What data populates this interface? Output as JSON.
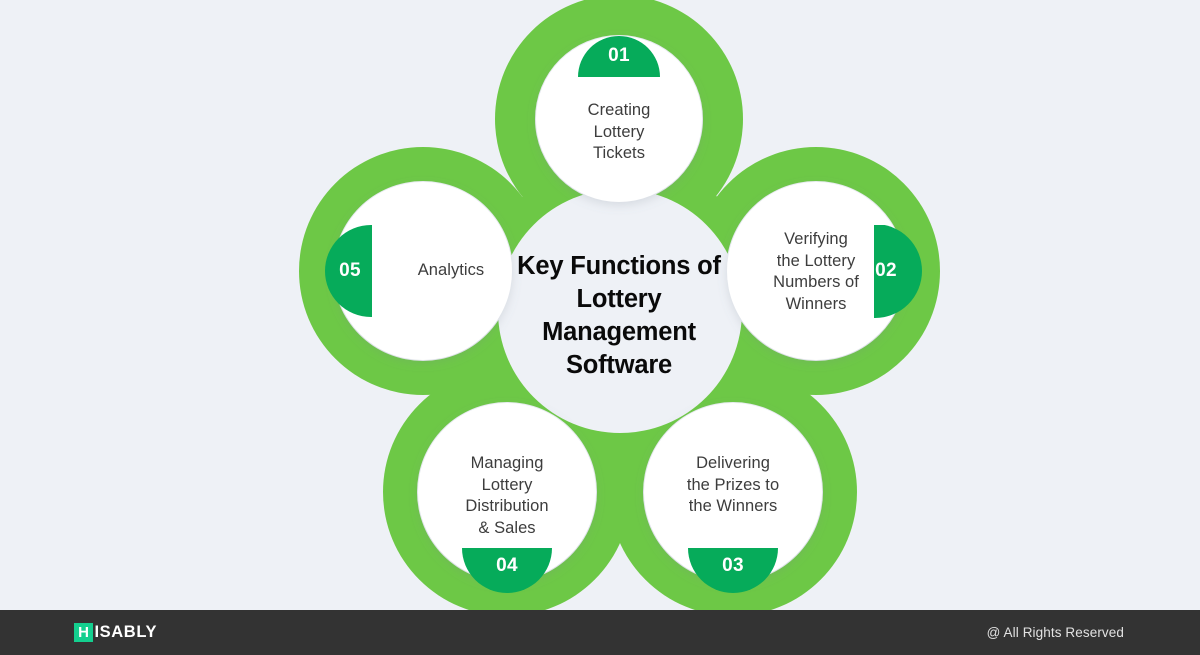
{
  "page": {
    "background_color": "#eef1f6"
  },
  "infographic": {
    "center_title": "Key Functions of Lottery Management Software",
    "petal_color": "#6dc846",
    "badge_color": "#06ab5a",
    "node_fill_color": "#ffffff",
    "label_color": "#3d3d3d",
    "nodes": [
      {
        "number": "01",
        "label": "Creating Lottery Tickets",
        "label_lines": [
          "Creating",
          "Lottery",
          "Tickets"
        ],
        "badge_position": "top"
      },
      {
        "number": "02",
        "label": "Verifying the Lottery Numbers of Winners",
        "label_lines": [
          "Verifying",
          "the Lottery",
          "Numbers of",
          "Winners"
        ],
        "badge_position": "right"
      },
      {
        "number": "03",
        "label": "Delivering the Prizes to the Winners",
        "label_lines": [
          "Delivering",
          "the Prizes to",
          "the Winners"
        ],
        "badge_position": "bottom"
      },
      {
        "number": "04",
        "label": "Managing Lottery Distribution & Sales",
        "label_lines": [
          "Managing",
          "Lottery",
          "Distribution",
          "& Sales"
        ],
        "badge_position": "bottom"
      },
      {
        "number": "05",
        "label": "Analytics",
        "label_lines": [
          "Analytics"
        ],
        "badge_position": "left"
      }
    ]
  },
  "footer": {
    "logo_mark": "H",
    "logo_word": "ISABLY",
    "logo_mark_color": "#14cf8f",
    "copyright": "@ All Rights Reserved",
    "background_color": "#333333"
  }
}
